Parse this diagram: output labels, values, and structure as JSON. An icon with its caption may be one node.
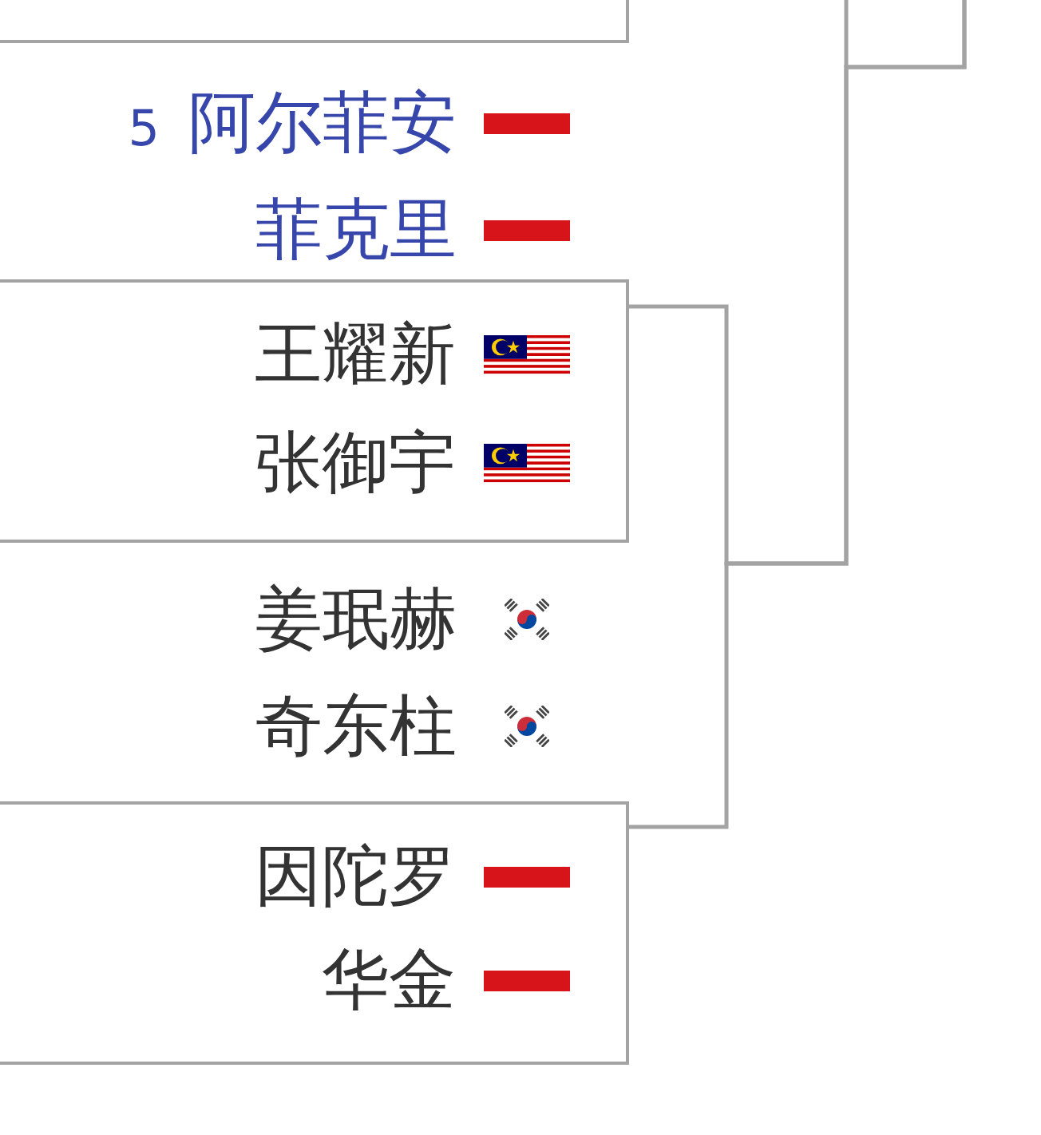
{
  "diagram": {
    "nodes": [
      {
        "text": [],
        "shape": "box"
      },
      {
        "text": [
          "王耀新",
          "张御宇"
        ]
      },
      {
        "text": [
          "因陀罗",
          "华金"
        ]
      }
    ],
    "edges": [
      {
        "from": 1,
        "to": null,
        "arrow": "none"
      },
      {
        "from": 2,
        "to": null,
        "arrow": "none"
      }
    ],
    "labels": [
      "5",
      "阿尔菲安",
      "菲克里",
      "姜珉赫",
      "奇东柱"
    ]
  }
}
